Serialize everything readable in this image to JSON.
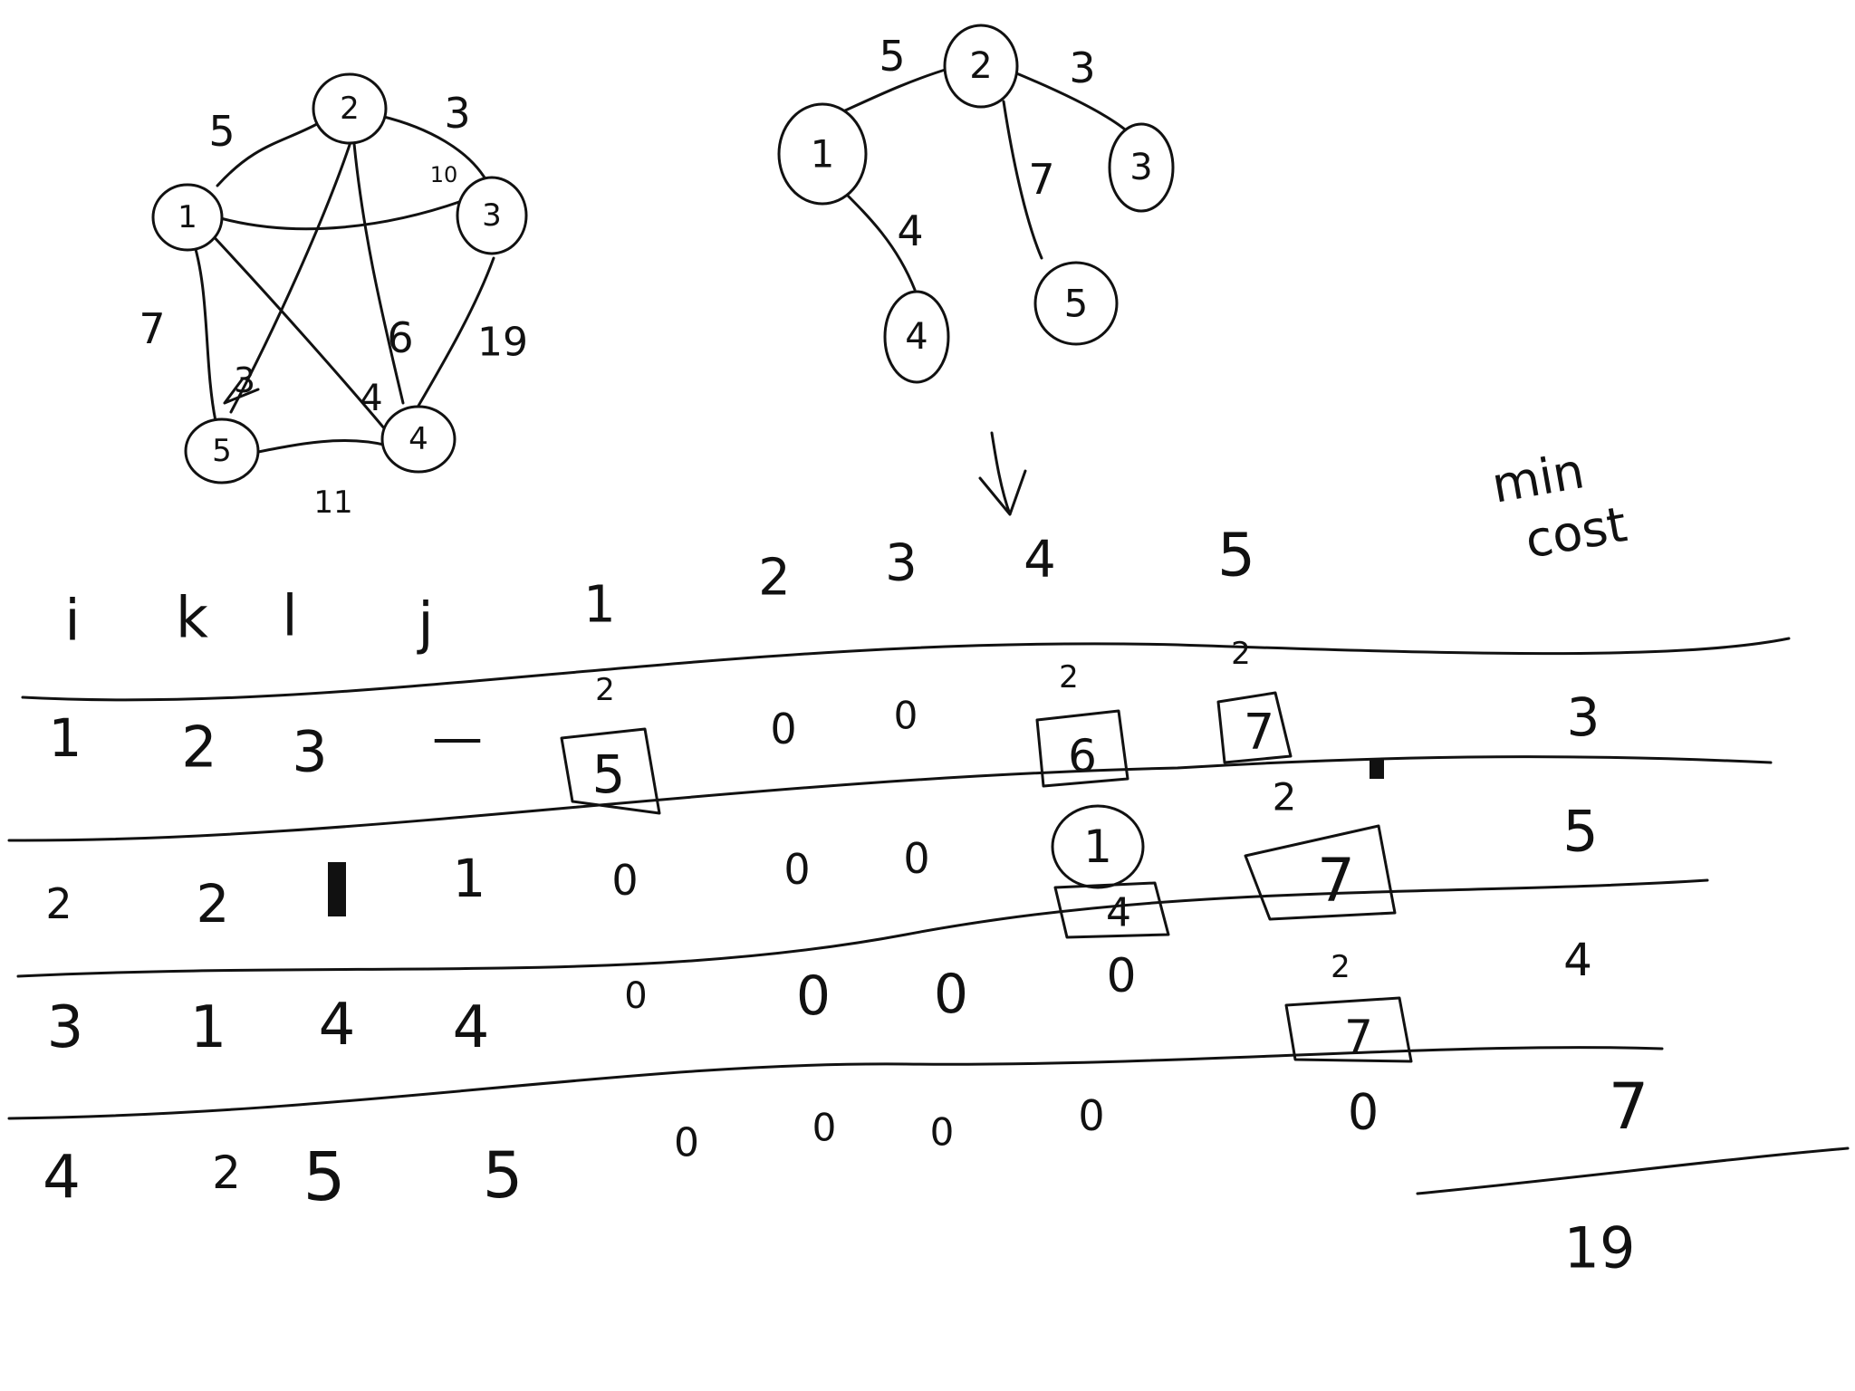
{
  "graph": {
    "nodes": [
      "1",
      "2",
      "3",
      "4",
      "5"
    ],
    "edges": [
      {
        "from": "1",
        "to": "2",
        "weight": "5"
      },
      {
        "from": "2",
        "to": "3",
        "weight": "3"
      },
      {
        "from": "1",
        "to": "3",
        "weight": "10"
      },
      {
        "from": "1",
        "to": "5",
        "weight": "7"
      },
      {
        "from": "2",
        "to": "5",
        "weight": "3"
      },
      {
        "from": "2",
        "to": "4",
        "weight": "6"
      },
      {
        "from": "1",
        "to": "4",
        "weight": "4"
      },
      {
        "from": "3",
        "to": "4",
        "weight": "19"
      },
      {
        "from": "5",
        "to": "4",
        "weight": "11"
      }
    ]
  },
  "tree": {
    "nodes": [
      "2",
      "1",
      "3",
      "4",
      "5"
    ],
    "edges": [
      {
        "from": "2",
        "to": "1",
        "weight": "5"
      },
      {
        "from": "2",
        "to": "3",
        "weight": "3"
      },
      {
        "from": "2",
        "to": "5",
        "weight": "7"
      },
      {
        "from": "1",
        "to": "4",
        "weight": "4"
      }
    ]
  },
  "table": {
    "headers": [
      "i",
      "k",
      "l",
      "j"
    ],
    "node_headers": [
      "1",
      "2",
      "3",
      "4",
      "5"
    ],
    "min_cost_label": [
      "min",
      "cost"
    ],
    "rows": [
      {
        "i": "1",
        "k": "2",
        "l": "3",
        "j": "—",
        "cells": [
          {
            "value": "5",
            "boxed": true,
            "mark": "2"
          },
          {
            "value": "0"
          },
          {
            "value": "0"
          },
          {
            "value": "6",
            "boxed": true,
            "mark": "2"
          },
          {
            "value": "7",
            "boxed": true,
            "mark": "2"
          }
        ],
        "min_cost": "3"
      },
      {
        "i": "2",
        "k": "2",
        "l": "",
        "j": "1",
        "cells": [
          {
            "value": "0"
          },
          {
            "value": "0"
          },
          {
            "value": "0"
          },
          {
            "value": "4",
            "boxed": true,
            "circled": "1"
          },
          {
            "value": "7",
            "boxed": true,
            "mark": "2"
          }
        ],
        "min_cost": "5"
      },
      {
        "i": "3",
        "k": "1",
        "l": "4",
        "j": "4",
        "cells": [
          {
            "value": "0"
          },
          {
            "value": "0"
          },
          {
            "value": "0"
          },
          {
            "value": "0"
          },
          {
            "value": "7",
            "boxed": true,
            "mark": "2"
          }
        ],
        "min_cost": "4"
      },
      {
        "i": "4",
        "k": "2",
        "l": "5",
        "j": "5",
        "cells": [
          {
            "value": "0"
          },
          {
            "value": "0"
          },
          {
            "value": "0"
          },
          {
            "value": "0"
          },
          {
            "value": "0"
          }
        ],
        "min_cost": "7"
      }
    ],
    "total": "19"
  }
}
